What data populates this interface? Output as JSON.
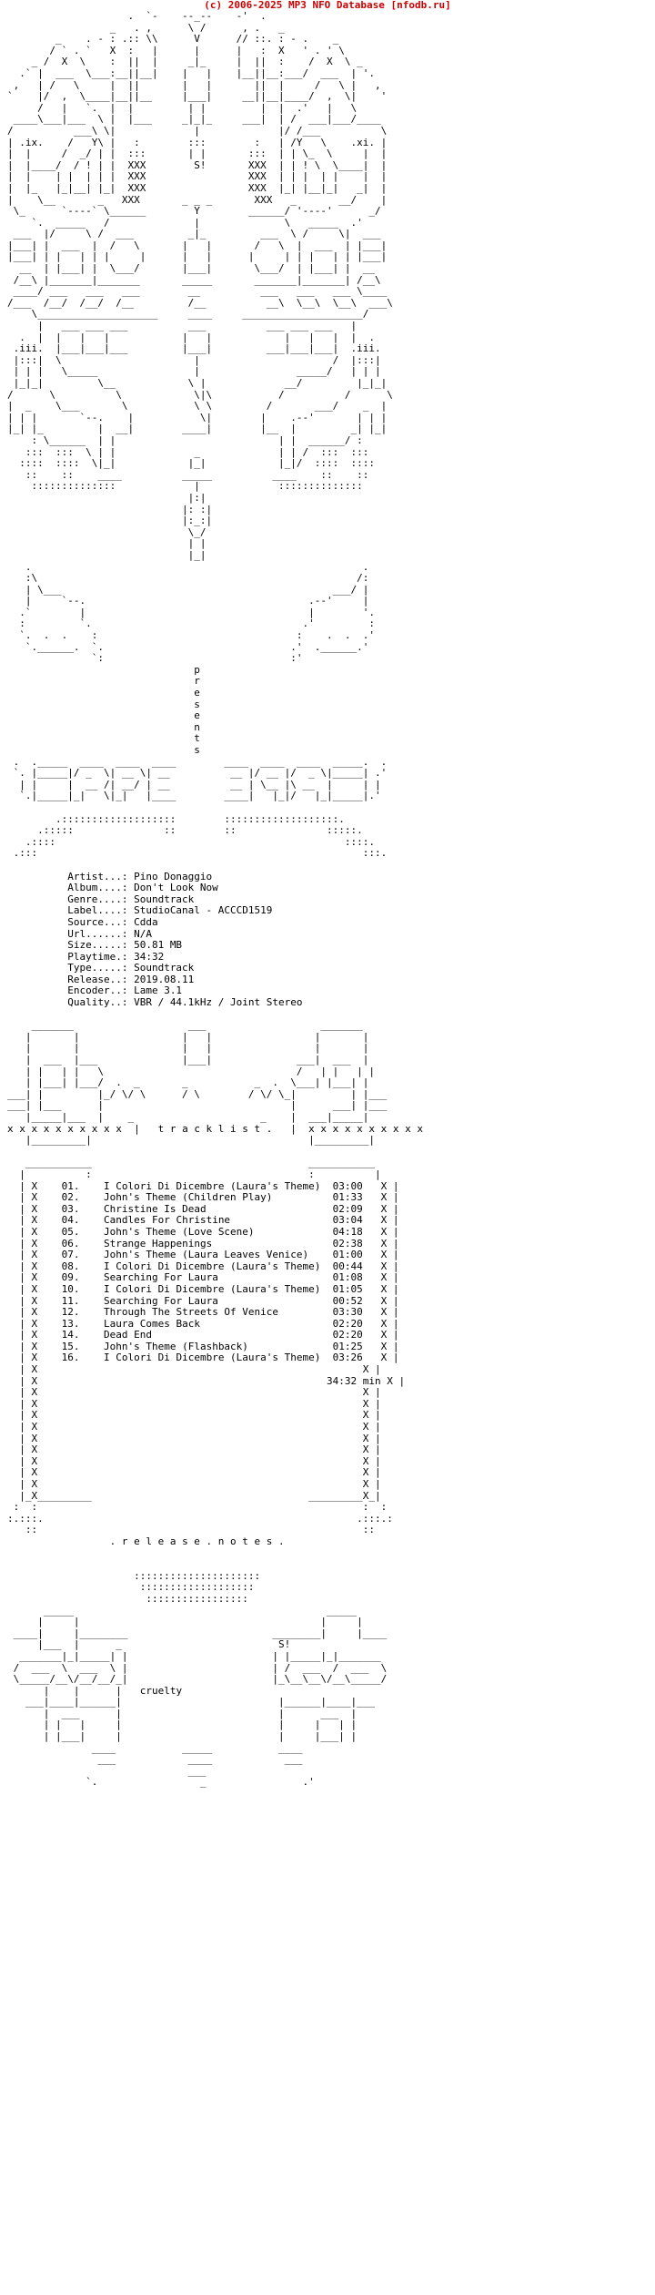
{
  "header": "(c) 2006-2025 MP3 NFO Database [nfodb.ru]",
  "colors": {
    "header": "#cc0000",
    "text": "#000000",
    "background": "#ffffff"
  },
  "release_info": {
    "artist": "Pino Donaggio",
    "album": "Don't Look Now",
    "genre": "Soundtrack",
    "label": "StudioCanal - ACCCD1519",
    "source": "Cdda",
    "url": "N/A",
    "size": "50.81 MB",
    "playtime": "34:32",
    "type": "Soundtrack",
    "release": "2019.08.11",
    "encoder": "Lame 3.1",
    "quality": "VBR / 44.1kHz / Joint Stereo"
  },
  "tracklist_title": "t r a c k l i s t .",
  "tracks": [
    {
      "no": "01.",
      "title": "I Colori Di Dicembre (Laura's Theme)",
      "time": "03:00"
    },
    {
      "no": "02.",
      "title": "John's Theme (Children Play)",
      "time": "01:33"
    },
    {
      "no": "03.",
      "title": "Christine Is Dead",
      "time": "02:09"
    },
    {
      "no": "04.",
      "title": "Candles For Christine",
      "time": "03:04"
    },
    {
      "no": "05.",
      "title": "John's Theme (Love Scene)",
      "time": "04:18"
    },
    {
      "no": "06.",
      "title": "Strange Happenings",
      "time": "02:38"
    },
    {
      "no": "07.",
      "title": "John's Theme (Laura Leaves Venice)",
      "time": "01:00"
    },
    {
      "no": "08.",
      "title": "I Colori Di Dicembre (Laura's Theme)",
      "time": "00:44"
    },
    {
      "no": "09.",
      "title": "Searching For Laura",
      "time": "01:08"
    },
    {
      "no": "10.",
      "title": "I Colori Di Dicembre (Laura's Theme)",
      "time": "01:05"
    },
    {
      "no": "11.",
      "title": "Searching For Laura",
      "time": "00:52"
    },
    {
      "no": "12.",
      "title": "Through The Streets Of Venice",
      "time": "03:30"
    },
    {
      "no": "13.",
      "title": "Laura Comes Back",
      "time": "02:20"
    },
    {
      "no": "14.",
      "title": "Dead End",
      "time": "02:20"
    },
    {
      "no": "15.",
      "title": "John's Theme (Flashback)",
      "time": "01:25"
    },
    {
      "no": "16.",
      "title": "I Colori Di Dicembre (Laura's Theme)",
      "time": "03:26"
    }
  ],
  "total_time": "34:32 min",
  "release_notes_title": ". r e l e a s e . n o t e s .",
  "presents": "p r e s e n t s",
  "signature": "S!",
  "footer_tag": "cruelty"
}
